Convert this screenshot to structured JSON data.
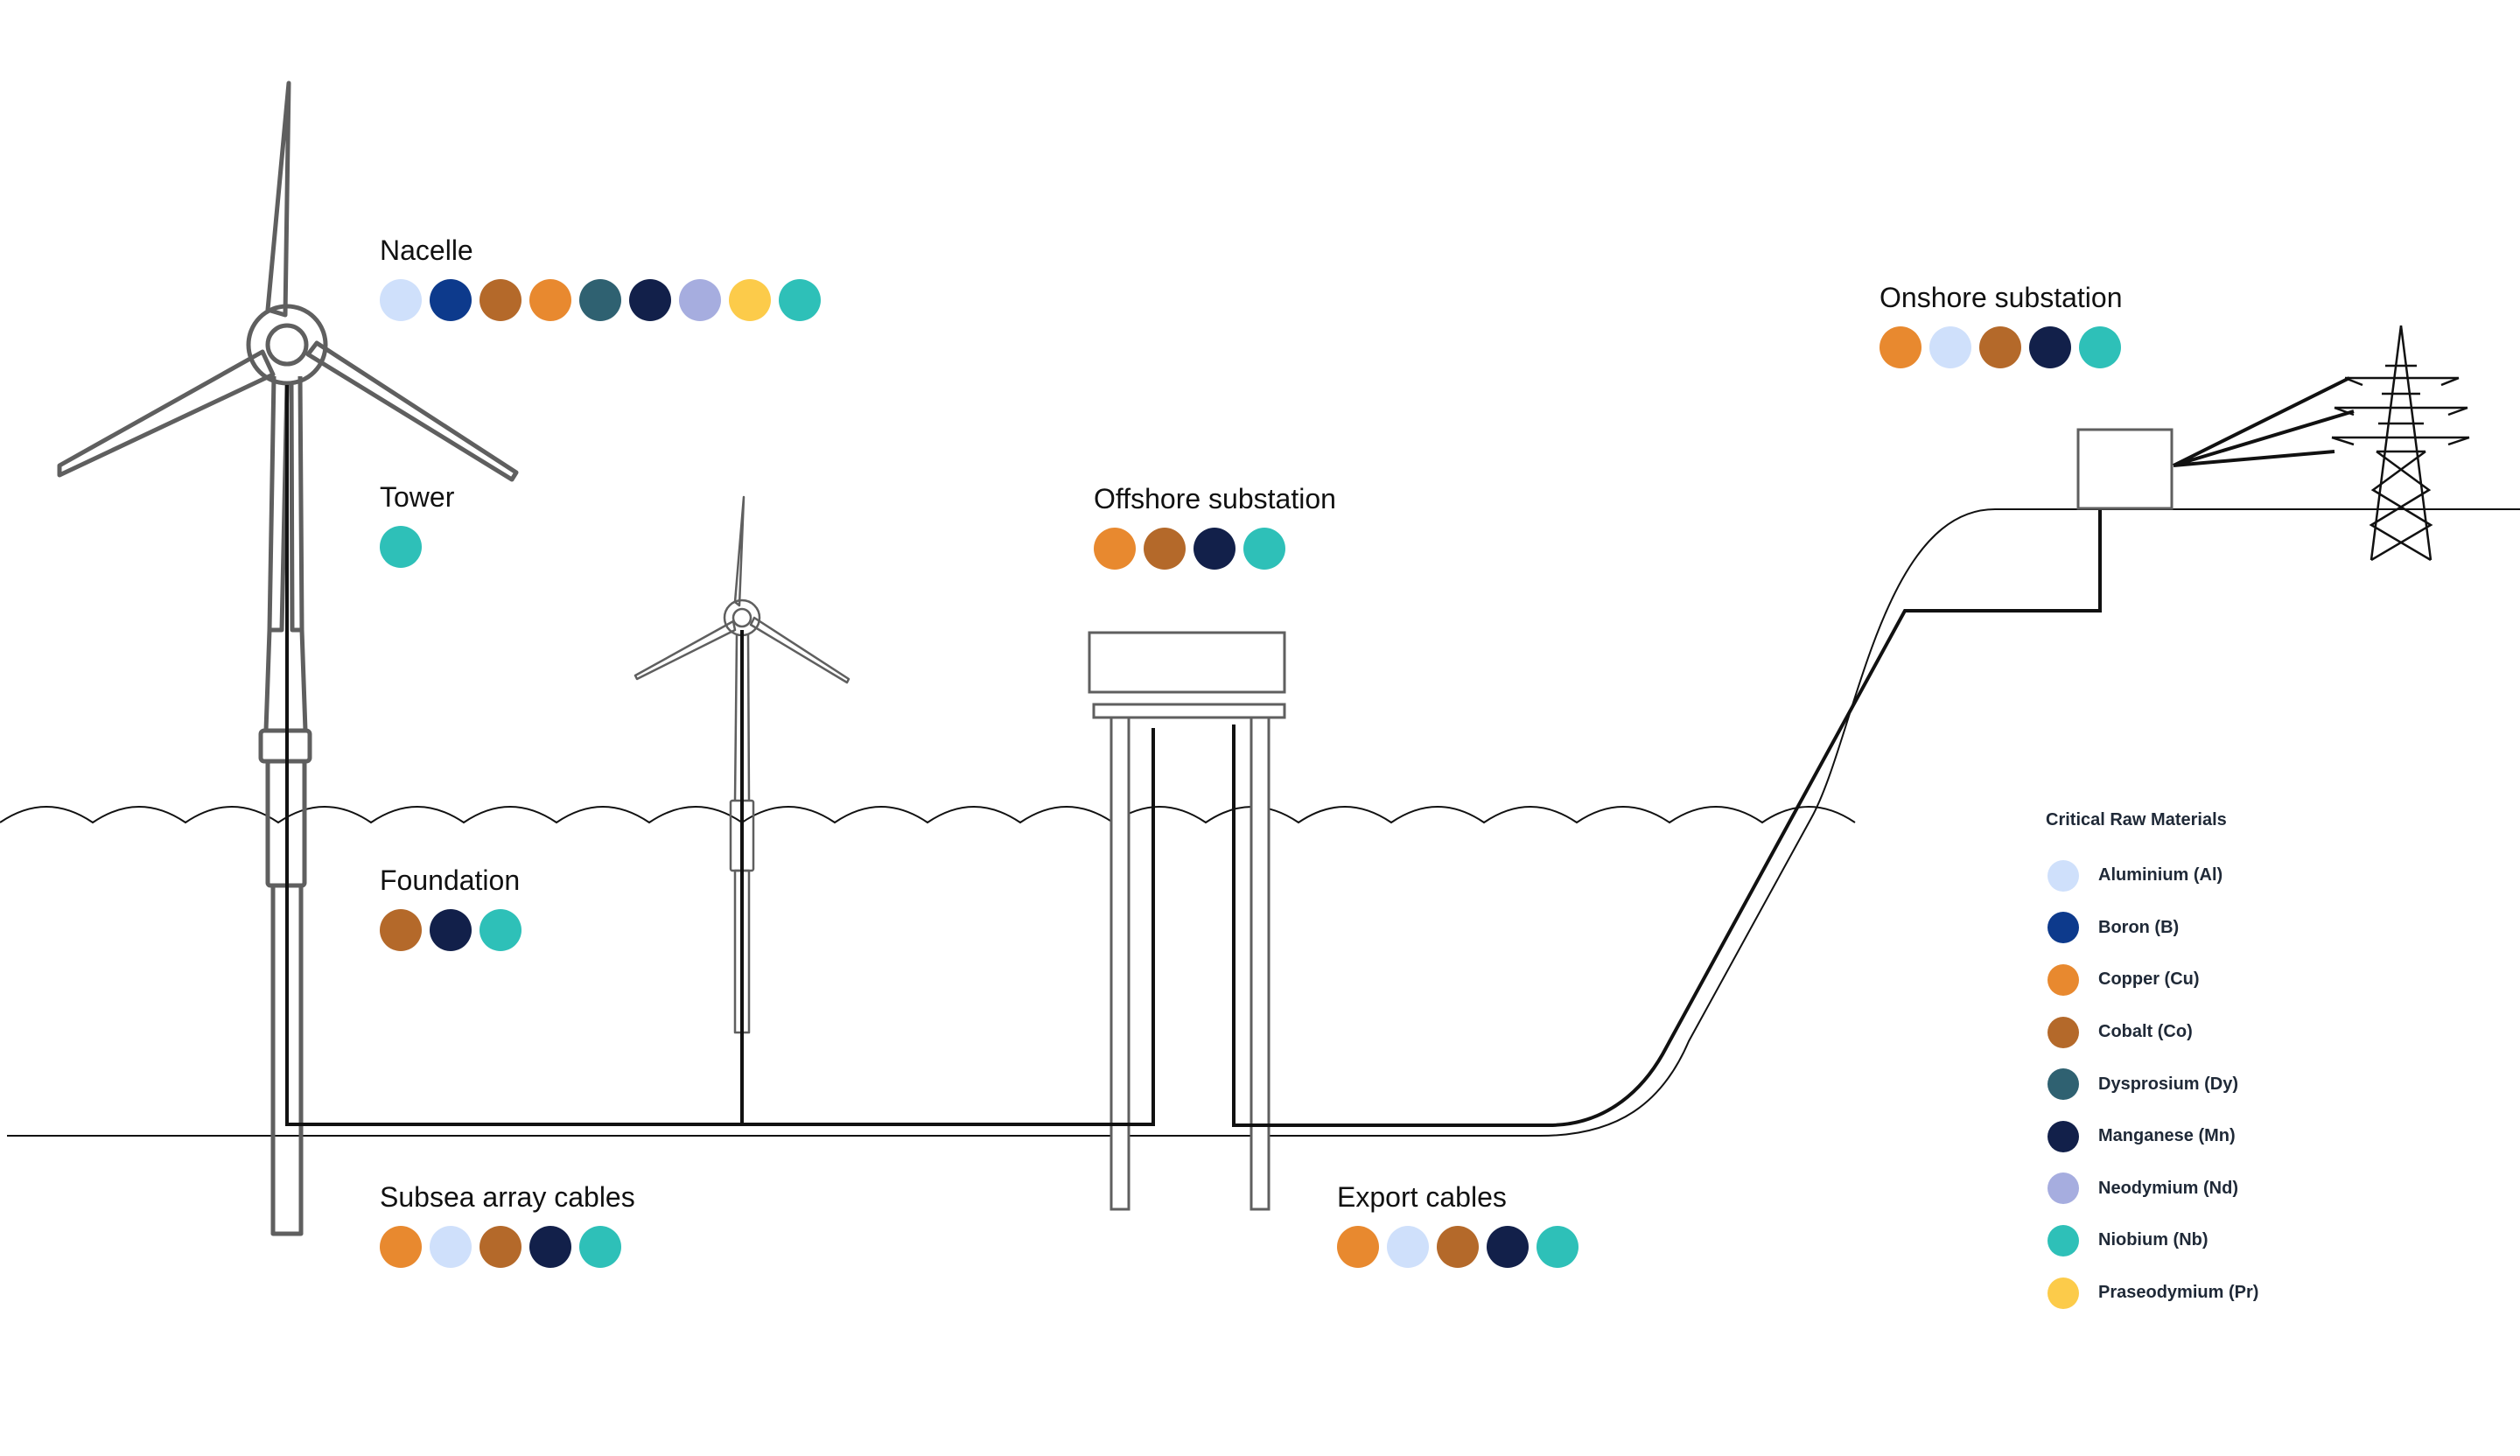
{
  "materials": {
    "Al": {
      "label": "Aluminium (Al)",
      "color": "#cfe0fb"
    },
    "B": {
      "label": "Boron (B)",
      "color": "#0d3a8c"
    },
    "Cu": {
      "label": "Copper (Cu)",
      "color": "#e8892f"
    },
    "Co": {
      "label": "Cobalt (Co)",
      "color": "#b4692a"
    },
    "Dy": {
      "label": "Dysprosium (Dy)",
      "color": "#2f6171"
    },
    "Mn": {
      "label": "Manganese (Mn)",
      "color": "#12204a"
    },
    "Nd": {
      "label": "Neodymium (Nd)",
      "color": "#a6addf"
    },
    "Nb": {
      "label": "Niobium (Nb)",
      "color": "#2ec0b8"
    },
    "Pr": {
      "label": "Praseodymium (Pr)",
      "color": "#fccb4a"
    }
  },
  "legend": {
    "title": "Critical Raw Materials",
    "order": [
      "Al",
      "B",
      "Cu",
      "Co",
      "Dy",
      "Mn",
      "Nd",
      "Nb",
      "Pr"
    ]
  },
  "components": [
    {
      "id": "nacelle",
      "title": "Nacelle",
      "materials": [
        "Al",
        "B",
        "Co",
        "Cu",
        "Dy",
        "Mn",
        "Nd",
        "Pr",
        "Nb"
      ]
    },
    {
      "id": "tower",
      "title": "Tower",
      "materials": [
        "Nb"
      ]
    },
    {
      "id": "foundation",
      "title": "Foundation",
      "materials": [
        "Co",
        "Mn",
        "Nb"
      ]
    },
    {
      "id": "subsea-array-cables",
      "title": "Subsea array cables",
      "materials": [
        "Cu",
        "Al",
        "Co",
        "Mn",
        "Nb"
      ]
    },
    {
      "id": "offshore-substation",
      "title": "Offshore substation",
      "materials": [
        "Cu",
        "Co",
        "Mn",
        "Nb"
      ]
    },
    {
      "id": "export-cables",
      "title": "Export cables",
      "materials": [
        "Cu",
        "Al",
        "Co",
        "Mn",
        "Nb"
      ]
    },
    {
      "id": "onshore-substation",
      "title": "Onshore substation",
      "materials": [
        "Cu",
        "Al",
        "Co",
        "Mn",
        "Nb"
      ]
    }
  ]
}
